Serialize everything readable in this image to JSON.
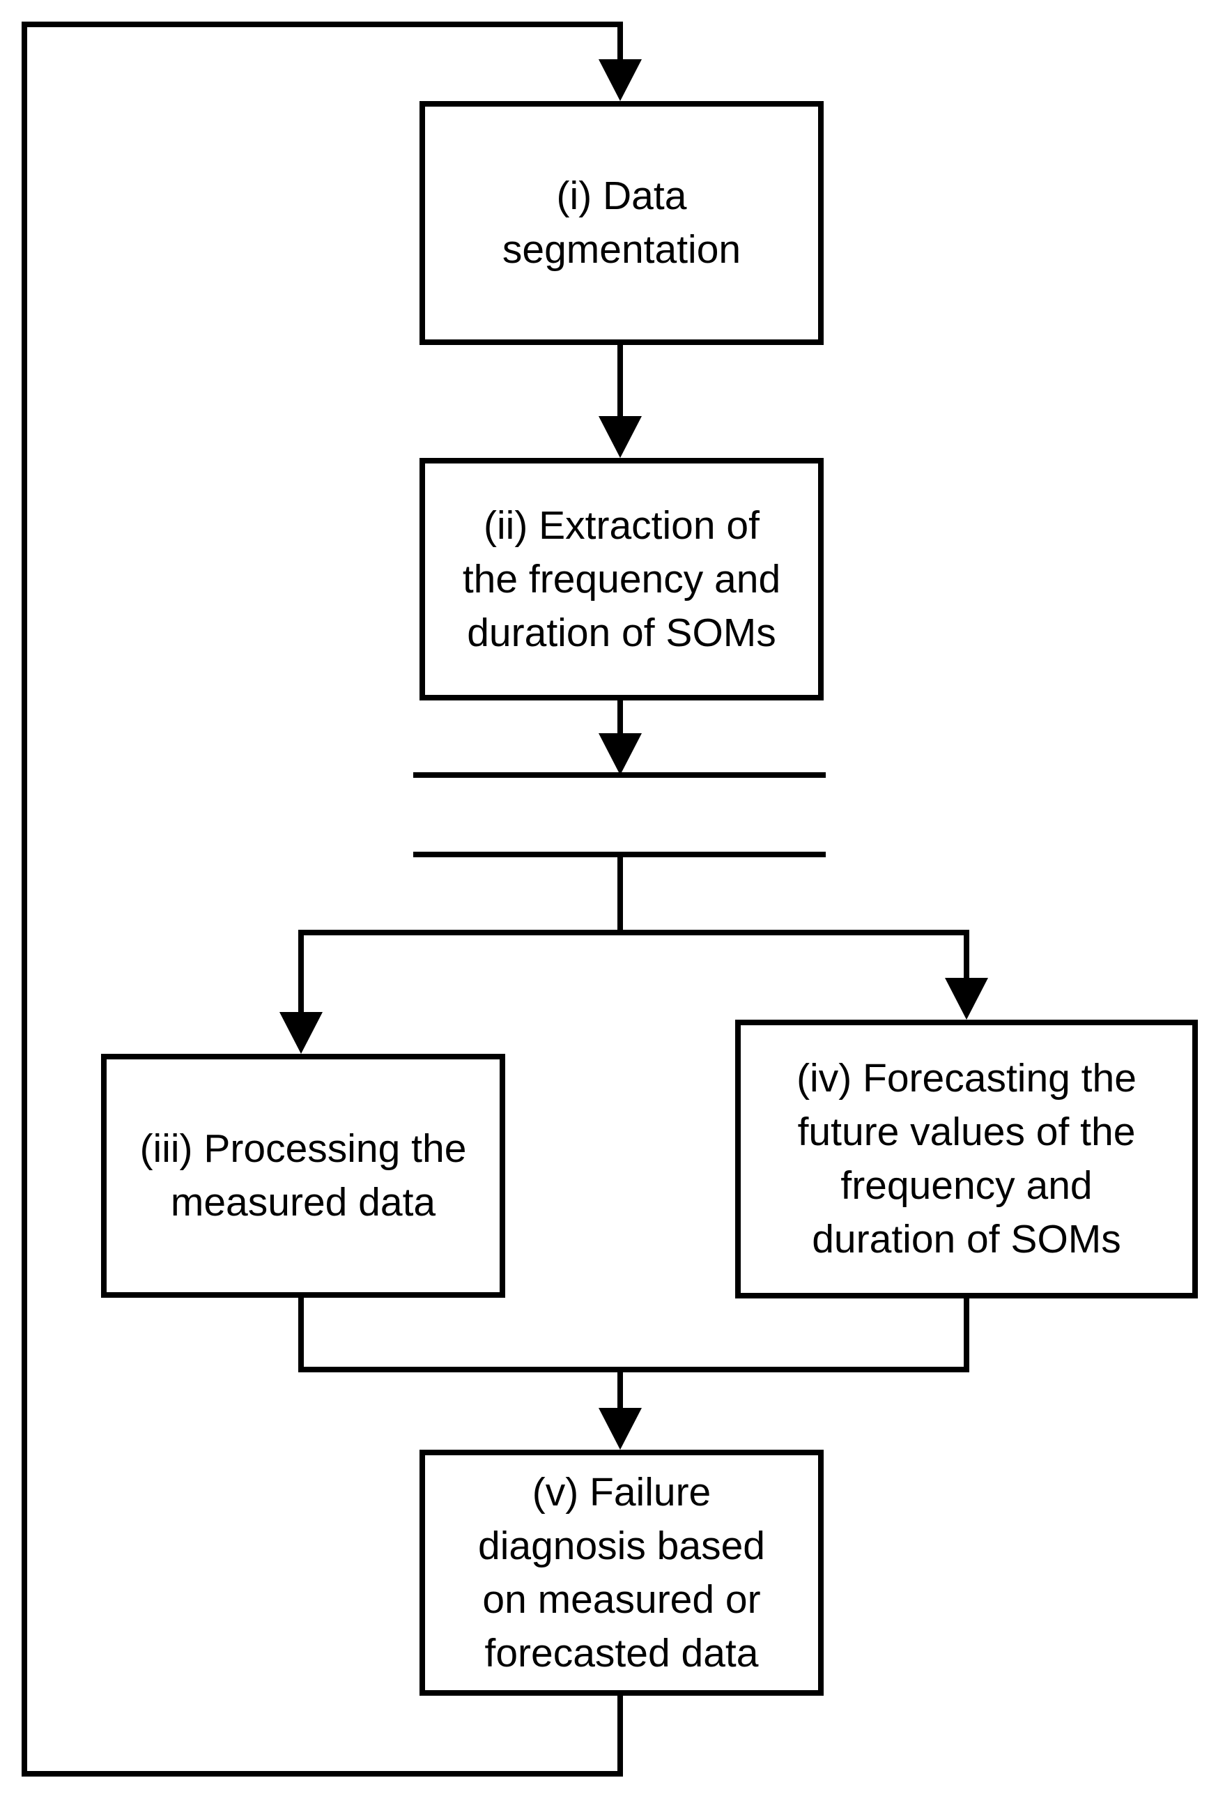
{
  "diagram": {
    "line_color": "#000000",
    "box_fill": "#ffffff",
    "steps": [
      {
        "id": "i",
        "label": "(i) Data\nsegmentation"
      },
      {
        "id": "ii",
        "label": "(ii) Extraction of\nthe frequency and\nduration of SOMs"
      },
      {
        "id": "iii",
        "label": "(iii) Processing the\nmeasured data"
      },
      {
        "id": "iv",
        "label": "(iv) Forecasting the\nfuture values of the\nfrequency and\nduration of SOMs"
      },
      {
        "id": "v",
        "label": "(v) Failure\ndiagnosis based\non measured or\nforecasted data"
      }
    ],
    "connectors": [
      {
        "from": "v",
        "to": "i",
        "kind": "feedback-loop"
      },
      {
        "from": "i",
        "to": "ii",
        "kind": "arrow"
      },
      {
        "from": "ii",
        "to": "fork-bar",
        "kind": "arrow"
      },
      {
        "from": "fork-bar",
        "to": "iii",
        "kind": "arrow"
      },
      {
        "from": "fork-bar",
        "to": "iv",
        "kind": "arrow"
      },
      {
        "from": "iii",
        "to": "v",
        "kind": "join-arrow"
      },
      {
        "from": "iv",
        "to": "v",
        "kind": "join-arrow"
      }
    ]
  }
}
